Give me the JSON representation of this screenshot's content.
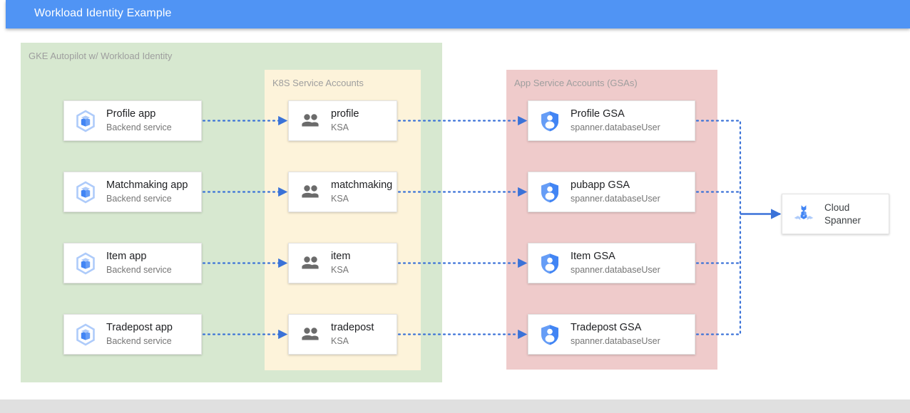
{
  "header": {
    "title": "Workload Identity Example",
    "bar_color": "#5094F4"
  },
  "diagram": {
    "groups": [
      {
        "id": "gke",
        "label": "GKE Autopilot w/ Workload Identity",
        "color": "#d7e8d0"
      },
      {
        "id": "ksa",
        "label": "K8S Service Accounts",
        "color": "#fdf3da"
      },
      {
        "id": "gsa",
        "label": "App Service Accounts (GSAs)",
        "color": "#efcbcb"
      }
    ],
    "apps": [
      {
        "title": "Profile app",
        "subtitle": "Backend service",
        "icon": "gke-container-icon"
      },
      {
        "title": "Matchmaking app",
        "subtitle": "Backend service",
        "icon": "gke-container-icon"
      },
      {
        "title": "Item app",
        "subtitle": "Backend service",
        "icon": "gke-container-icon"
      },
      {
        "title": "Tradepost app",
        "subtitle": "Backend service",
        "icon": "gke-container-icon"
      }
    ],
    "ksas": [
      {
        "title": "profile",
        "subtitle": "KSA",
        "icon": "people-group-icon"
      },
      {
        "title": "matchmaking",
        "subtitle": "KSA",
        "icon": "people-group-icon"
      },
      {
        "title": "item",
        "subtitle": "KSA",
        "icon": "people-group-icon"
      },
      {
        "title": "tradepost",
        "subtitle": "KSA",
        "icon": "people-group-icon"
      }
    ],
    "gsas": [
      {
        "title": "Profile GSA",
        "subtitle": "spanner.databaseUser",
        "icon": "iam-shield-person-icon"
      },
      {
        "title": "pubapp GSA",
        "subtitle": "spanner.databaseUser",
        "icon": "iam-shield-person-icon"
      },
      {
        "title": "Item GSA",
        "subtitle": "spanner.databaseUser",
        "icon": "iam-shield-person-icon"
      },
      {
        "title": "Tradepost GSA",
        "subtitle": "spanner.databaseUser",
        "icon": "iam-shield-person-icon"
      }
    ],
    "datastore": {
      "title_line1": "Cloud",
      "title_line2": "Spanner",
      "icon": "cloud-spanner-icon"
    },
    "connector_color": "#3a72d8",
    "connector_style": "dotted-arrow"
  }
}
